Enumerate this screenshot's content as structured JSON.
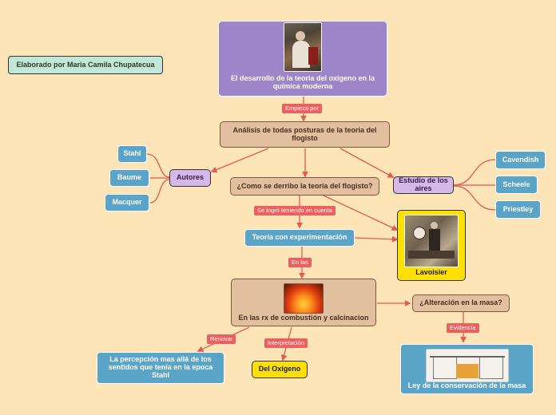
{
  "credit": "Elaborado por Maria Camila Chupatecua",
  "main_title": "El desarrollo de la teoria del oxigeno en la química moderna",
  "analysis": "Análisis de todas posturas de la teoria del flogisto",
  "authors": "Autores",
  "author_names": [
    "Stahl",
    "Baume",
    "Macquer"
  ],
  "question": "¿Como se derribo la teoria del flogisto?",
  "airs": "Estudio de los aires",
  "air_names": [
    "Cavendish",
    "Scheele",
    "Priestley"
  ],
  "theory": "Teoria con experimentación",
  "lavoisier": "Lavoisier",
  "combustion": "En las rx de combustión y calcinacion",
  "mass_question": "¿Alteración en la masa?",
  "law": "Ley de la conservación de la masa",
  "perception": "La percepción mas allá de los sentidos que tenía en la epoca Stahl",
  "oxygen": "Del Oxígeno",
  "labels": {
    "empieza": "Empieza por",
    "logro": "Se logró teniendo en cuenta",
    "en_las": "En las",
    "evidencia": "Evidencia",
    "renovar": "Renovar",
    "interpretacion": "Interpretación"
  },
  "colors": {
    "background": "#fde5b8",
    "connector": "#e8584f",
    "purple_header": "#9e84c9",
    "blue_node": "#5aa4c8"
  }
}
